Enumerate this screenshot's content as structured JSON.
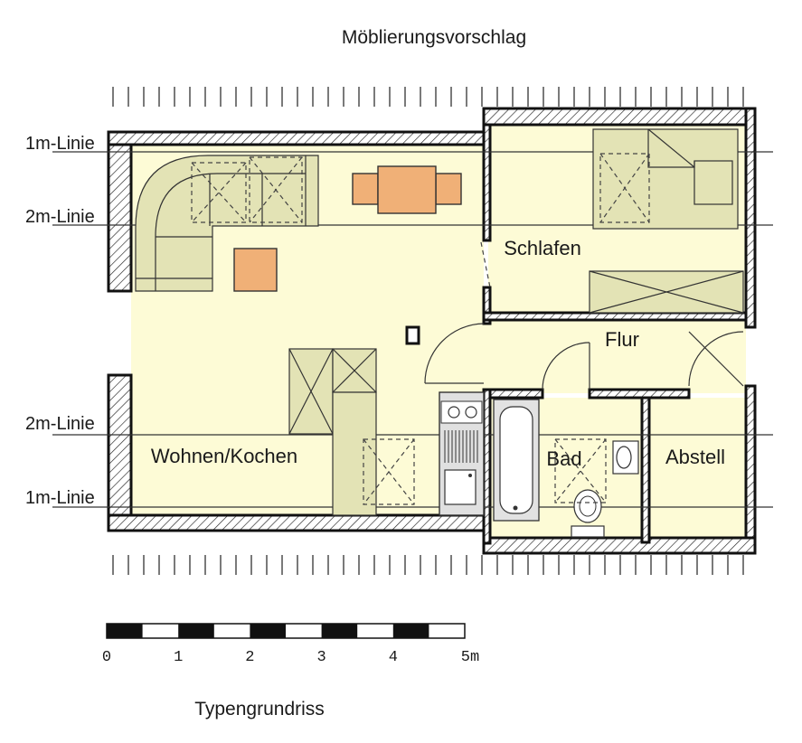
{
  "title": "Möblierungsvorschlag",
  "subtitle": "Typengrundriss",
  "rooms": {
    "wohnen": "Wohnen/Kochen",
    "schlafen": "Schlafen",
    "flur": "Flur",
    "bad": "Bad",
    "abstell": "Abstell"
  },
  "lines": {
    "top_1m": "1m-Linie",
    "top_2m": "2m-Linie",
    "bottom_2m": "2m-Linie",
    "bottom_1m": "1m-Linie"
  },
  "scale_bar": {
    "ticks": [
      "0",
      "1",
      "2",
      "3",
      "4",
      "5m"
    ]
  },
  "colors": {
    "floor": "#fdfbd6",
    "furniture": "#e3e3b5",
    "table": "#f0b077",
    "wall": "#111111"
  }
}
